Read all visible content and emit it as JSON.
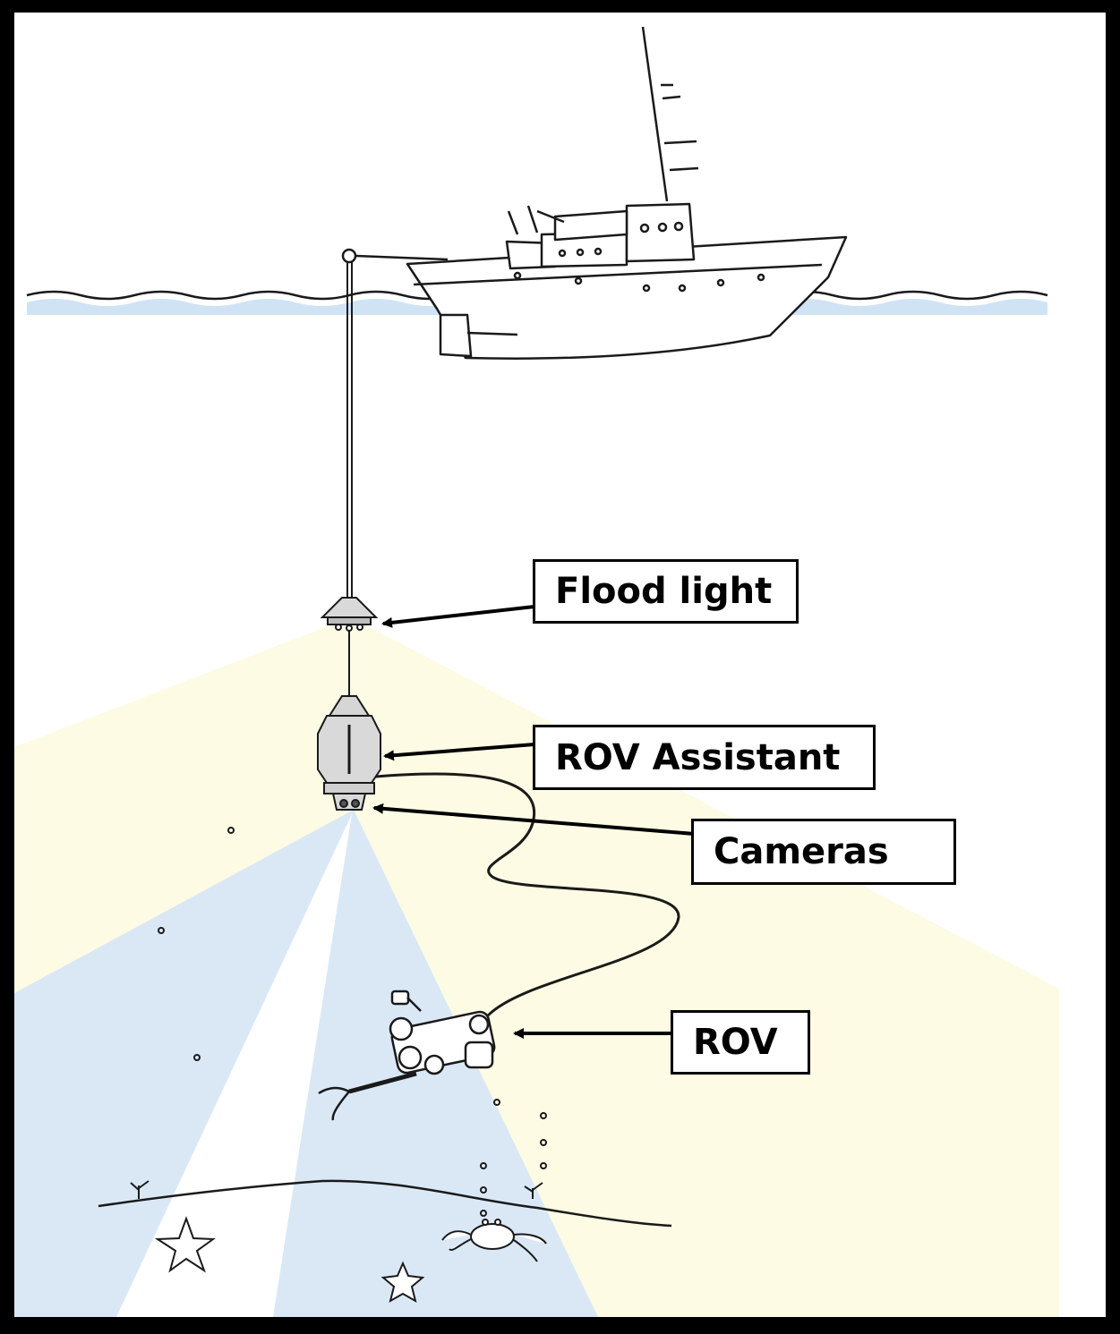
{
  "labels": {
    "flood_light": "Flood light",
    "rov_assistant": "ROV Assistant",
    "cameras": "Cameras",
    "rov": "ROV"
  },
  "colors": {
    "frame": "#000000",
    "background": "#ffffff",
    "flood_light_beam": "#fdfbe3",
    "camera_beam": "#dae8f6",
    "water_surface": "#cfe3f5",
    "line": "#1a1a1a"
  },
  "icons": [
    "ship-icon",
    "flood-light-icon",
    "rov-assistant-icon",
    "camera-icon",
    "rov-icon",
    "starfish-icon",
    "crab-icon"
  ]
}
